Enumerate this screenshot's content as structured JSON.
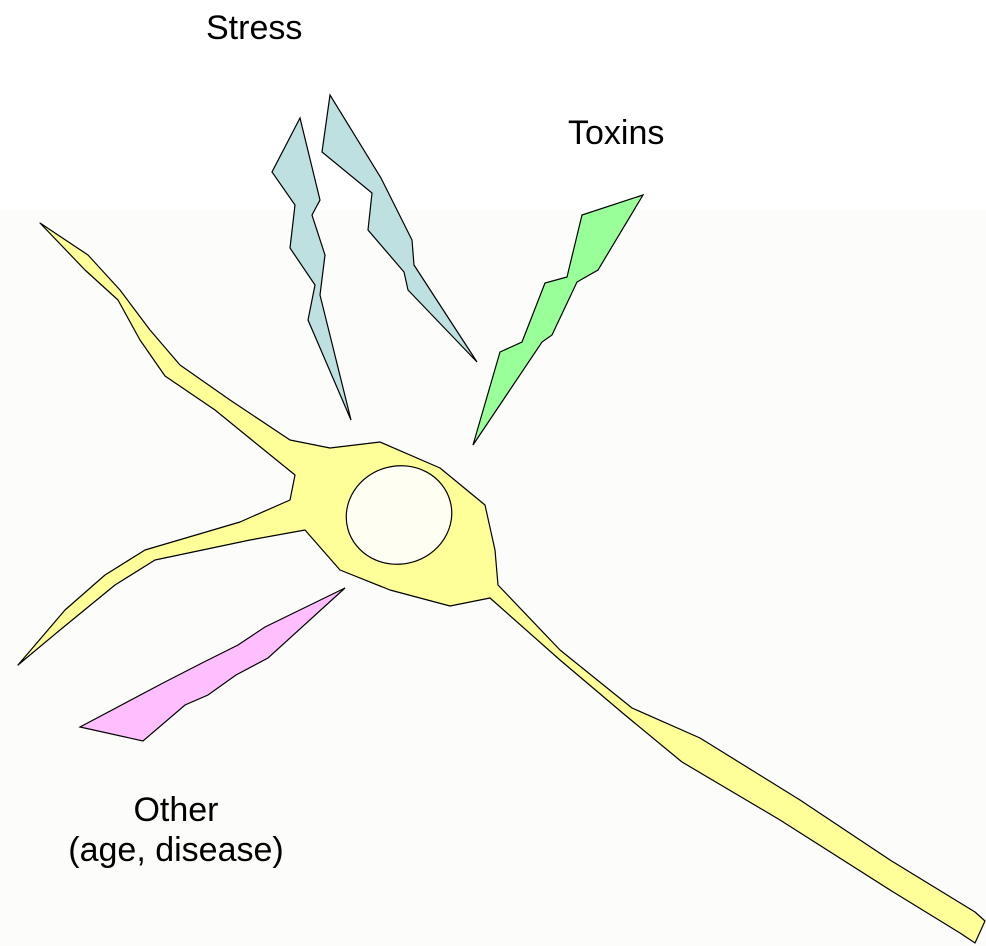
{
  "labels": {
    "stress": "Stress",
    "toxins": "Toxins",
    "other_line1": "Other",
    "other_line2": "(age, disease)"
  },
  "colors": {
    "background": "#ffffff",
    "backdrop": "#fcfcfa",
    "neuron_fill": "#ffff99",
    "nucleus_fill": "#fefef2",
    "stress_fill": "#bfe0e0",
    "toxins_fill": "#99ff99",
    "other_fill": "#ffbfff",
    "outline": "#000000"
  }
}
